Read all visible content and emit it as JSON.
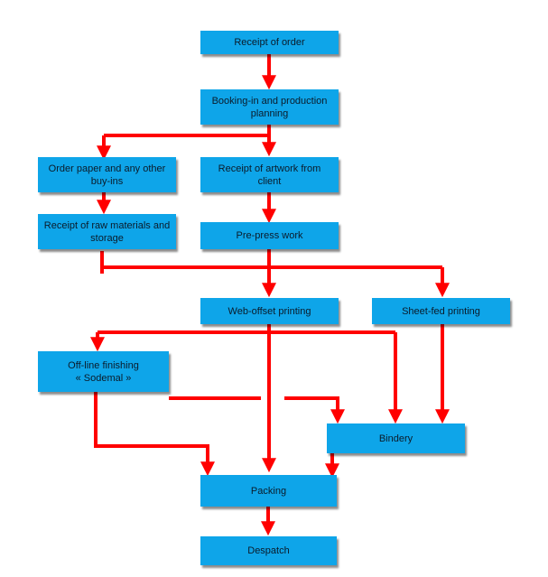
{
  "colors": {
    "box": "#0ea5e9",
    "arrow": "#ff0000",
    "shadow": "#555555"
  },
  "nodes": {
    "receipt_of_order": "Receipt of order",
    "booking": "Booking-in and production planning",
    "order_paper": "Order paper and any other buy-ins",
    "receipt_artwork": "Receipt of artwork from client",
    "raw_materials": "Receipt of raw materials and storage",
    "prepress": "Pre-press work",
    "web_offset": "Web-offset printing",
    "sheet_fed": "Sheet-fed printing",
    "offline_finishing": "Off-line finishing\n« Sodemal »",
    "bindery": "Bindery",
    "packing": "Packing",
    "despatch": "Despatch"
  }
}
